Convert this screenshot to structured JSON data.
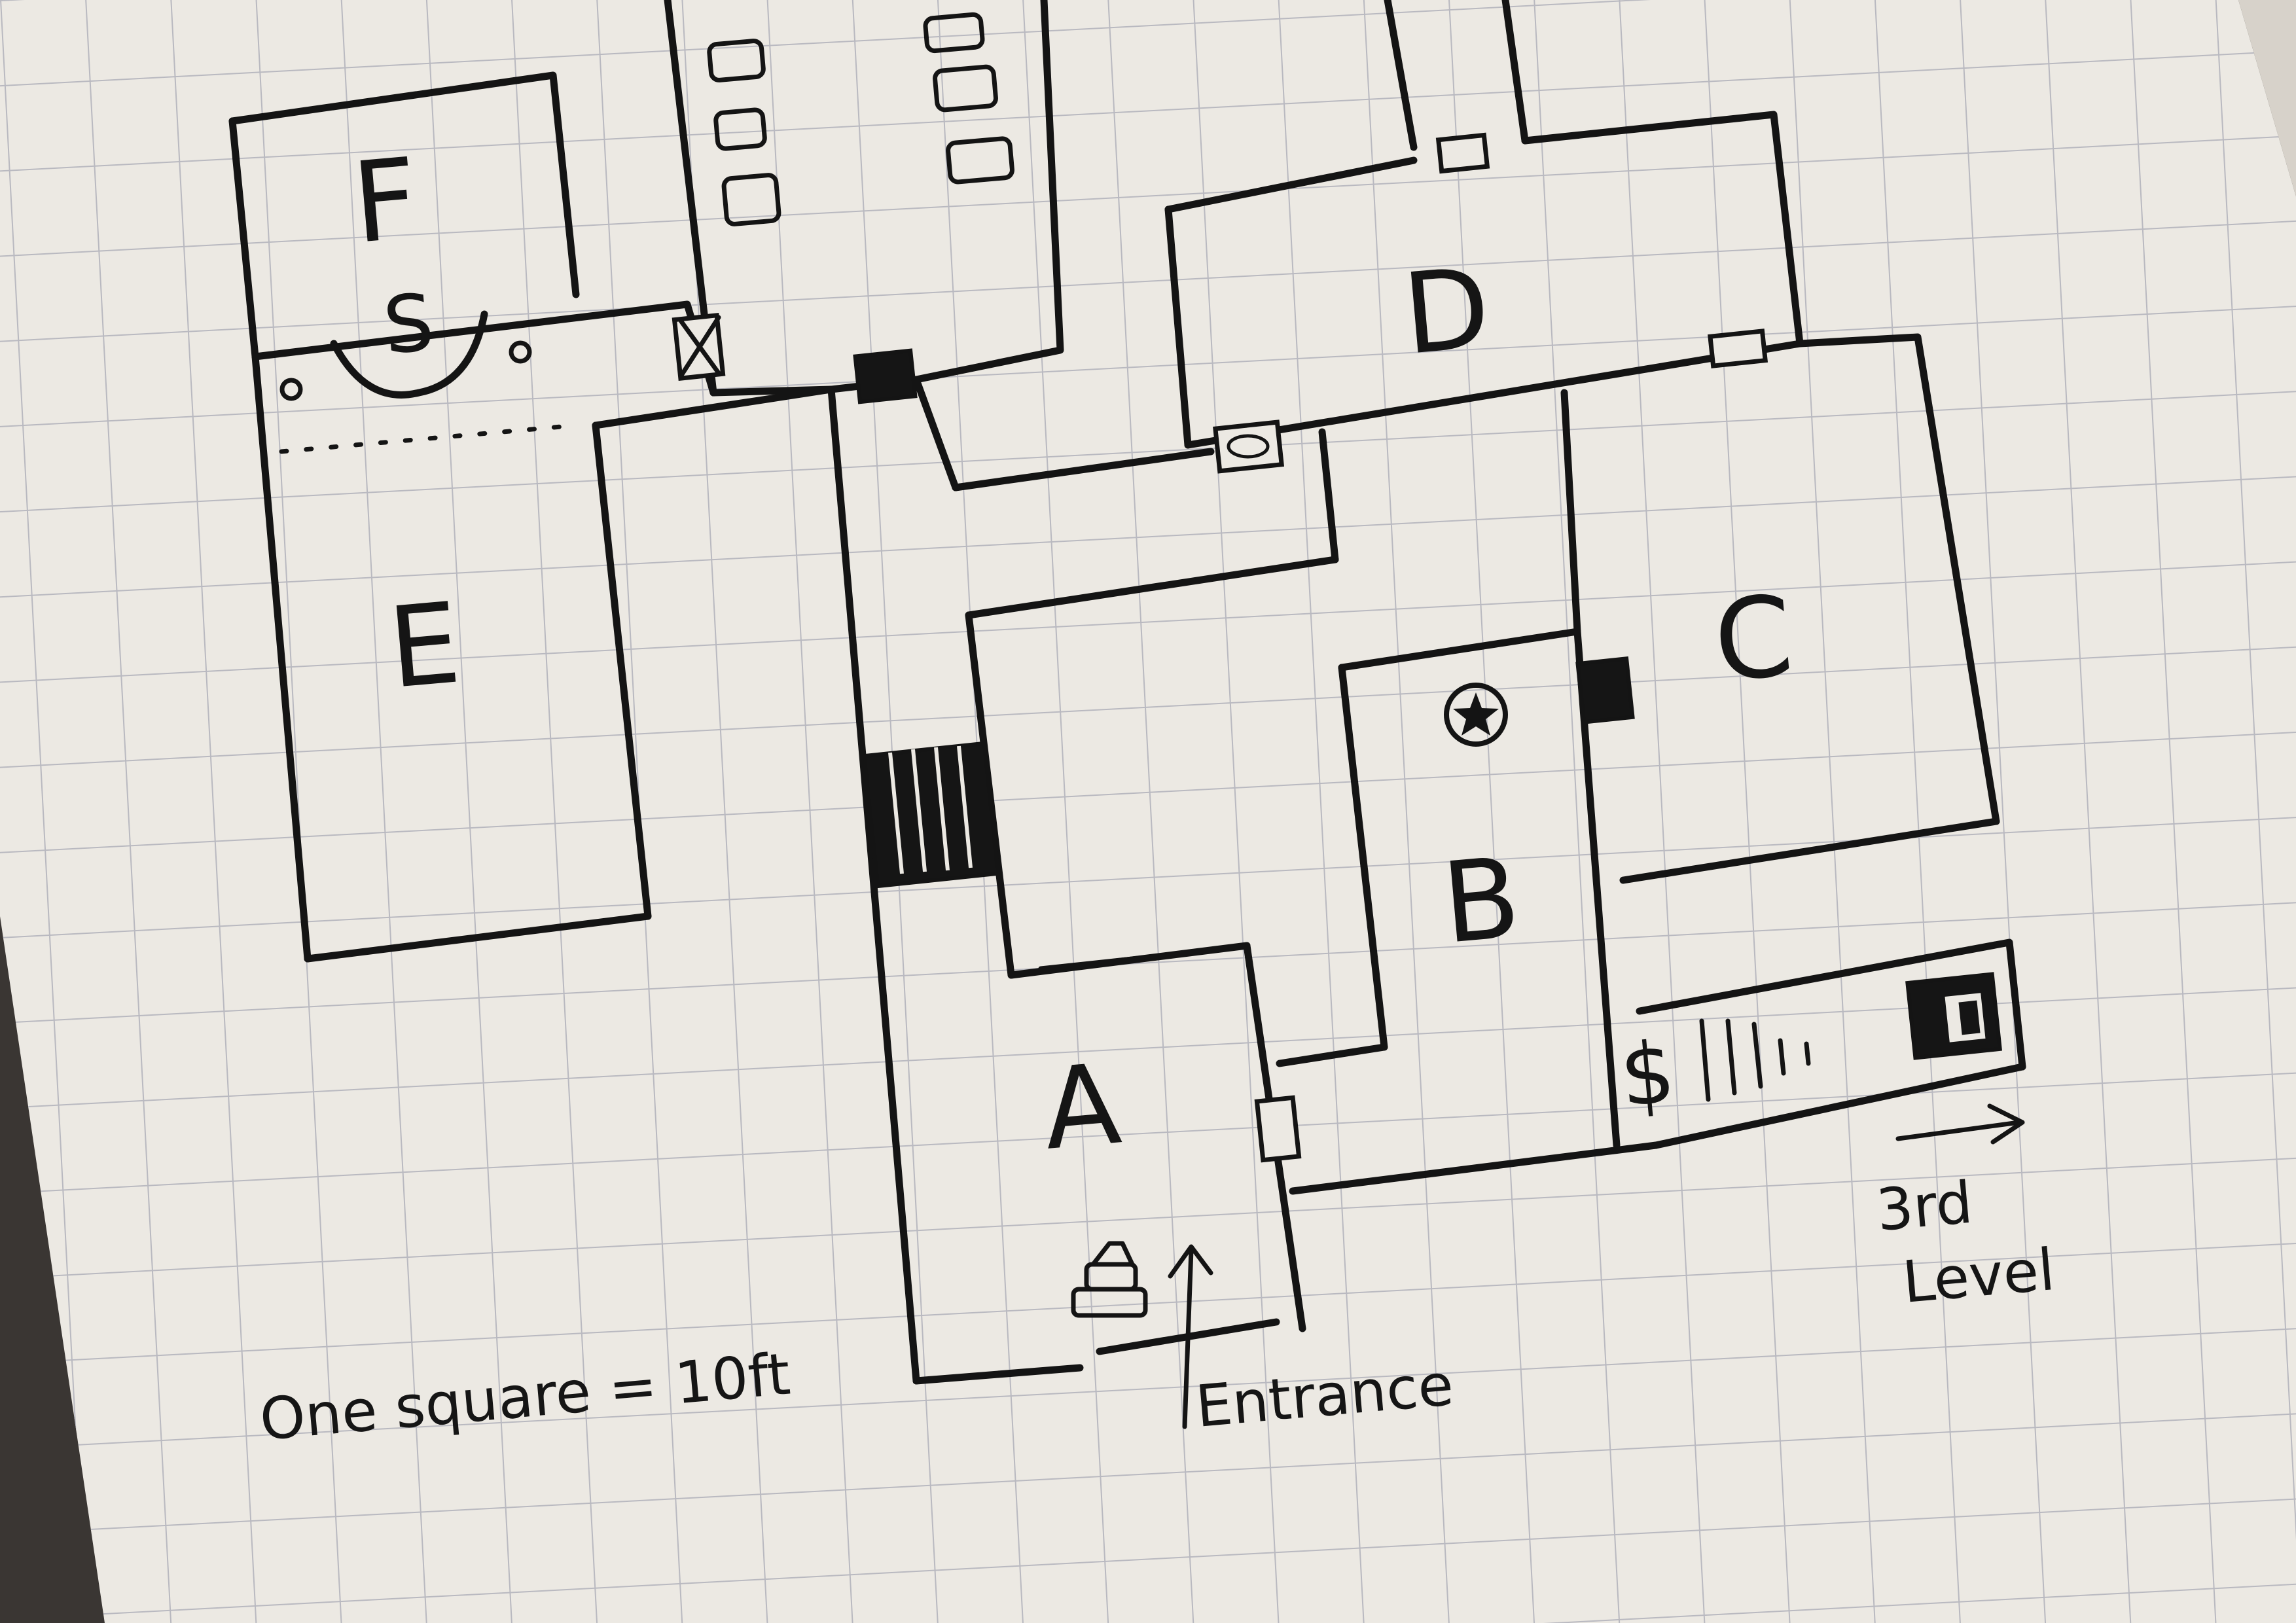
{
  "rooms": {
    "a": "A",
    "b": "B",
    "c": "C",
    "d": "D",
    "e": "E",
    "f": "F"
  },
  "secret_door_mark": "S",
  "treasure_mark": "$",
  "entrance_label": "Entrance",
  "exit_label_line1": "3rd",
  "exit_label_line2": "Level",
  "scale_note": "One square = 10ft",
  "colors": {
    "paper": "#ece9e3",
    "ink": "#141414",
    "grid": "#b9b9c0"
  },
  "icons": [
    "star-in-circle-icon",
    "altar-icon",
    "arrow-icon",
    "stair-icon",
    "portcullis-icon"
  ]
}
